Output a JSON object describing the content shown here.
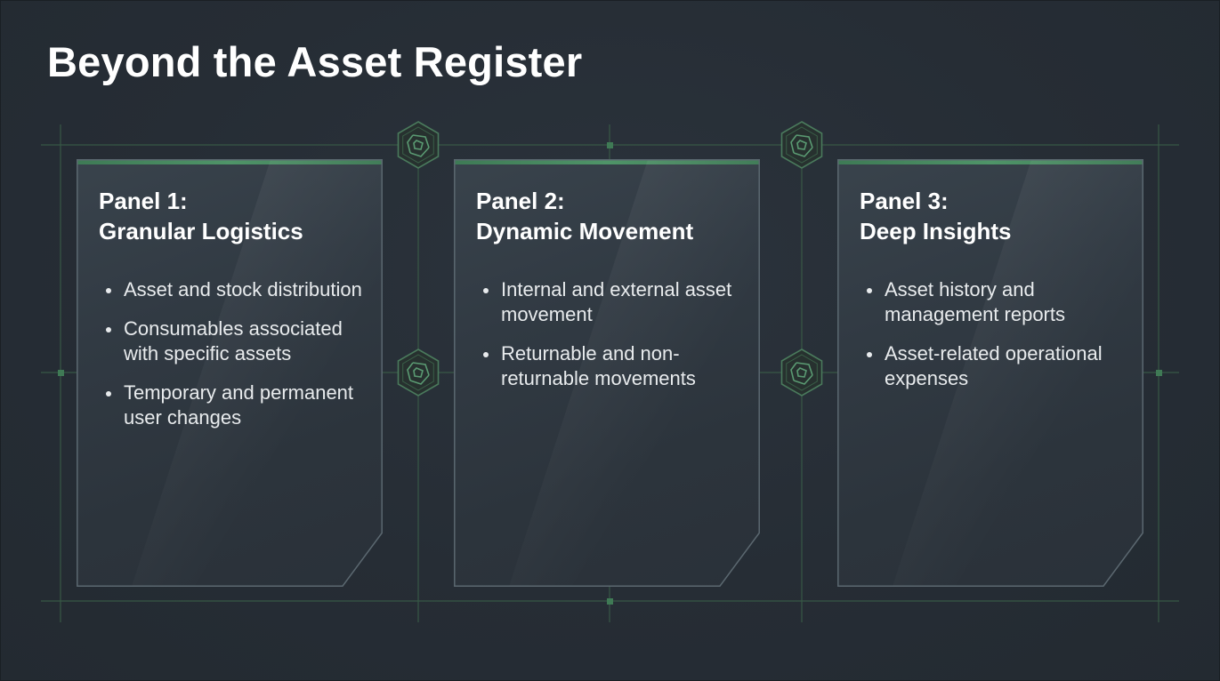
{
  "slide": {
    "title": "Beyond the Asset Register"
  },
  "panels": [
    {
      "heading_line1": "Panel 1:",
      "heading_line2": "Granular Logistics",
      "bullets": [
        "Asset and stock distribution",
        "Consumables associated with specific assets",
        "Temporary and permanent user changes"
      ]
    },
    {
      "heading_line1": "Panel 2:",
      "heading_line2": "Dynamic Movement",
      "bullets": [
        "Internal and external asset movement",
        "Returnable and non-returnable movements"
      ]
    },
    {
      "heading_line1": "Panel 3:",
      "heading_line2": "Deep Insights",
      "bullets": [
        "Asset history and management reports",
        "Asset-related operational expenses"
      ]
    }
  ],
  "colors": {
    "background": "#262d35",
    "accent_green": "#4f9468",
    "grid_line": "#3f6a50",
    "panel_fill": "#313a43"
  },
  "decorations": {
    "connector_icon": "hexagon-aperture-icon",
    "grid_node_icon": "square-node-icon"
  }
}
